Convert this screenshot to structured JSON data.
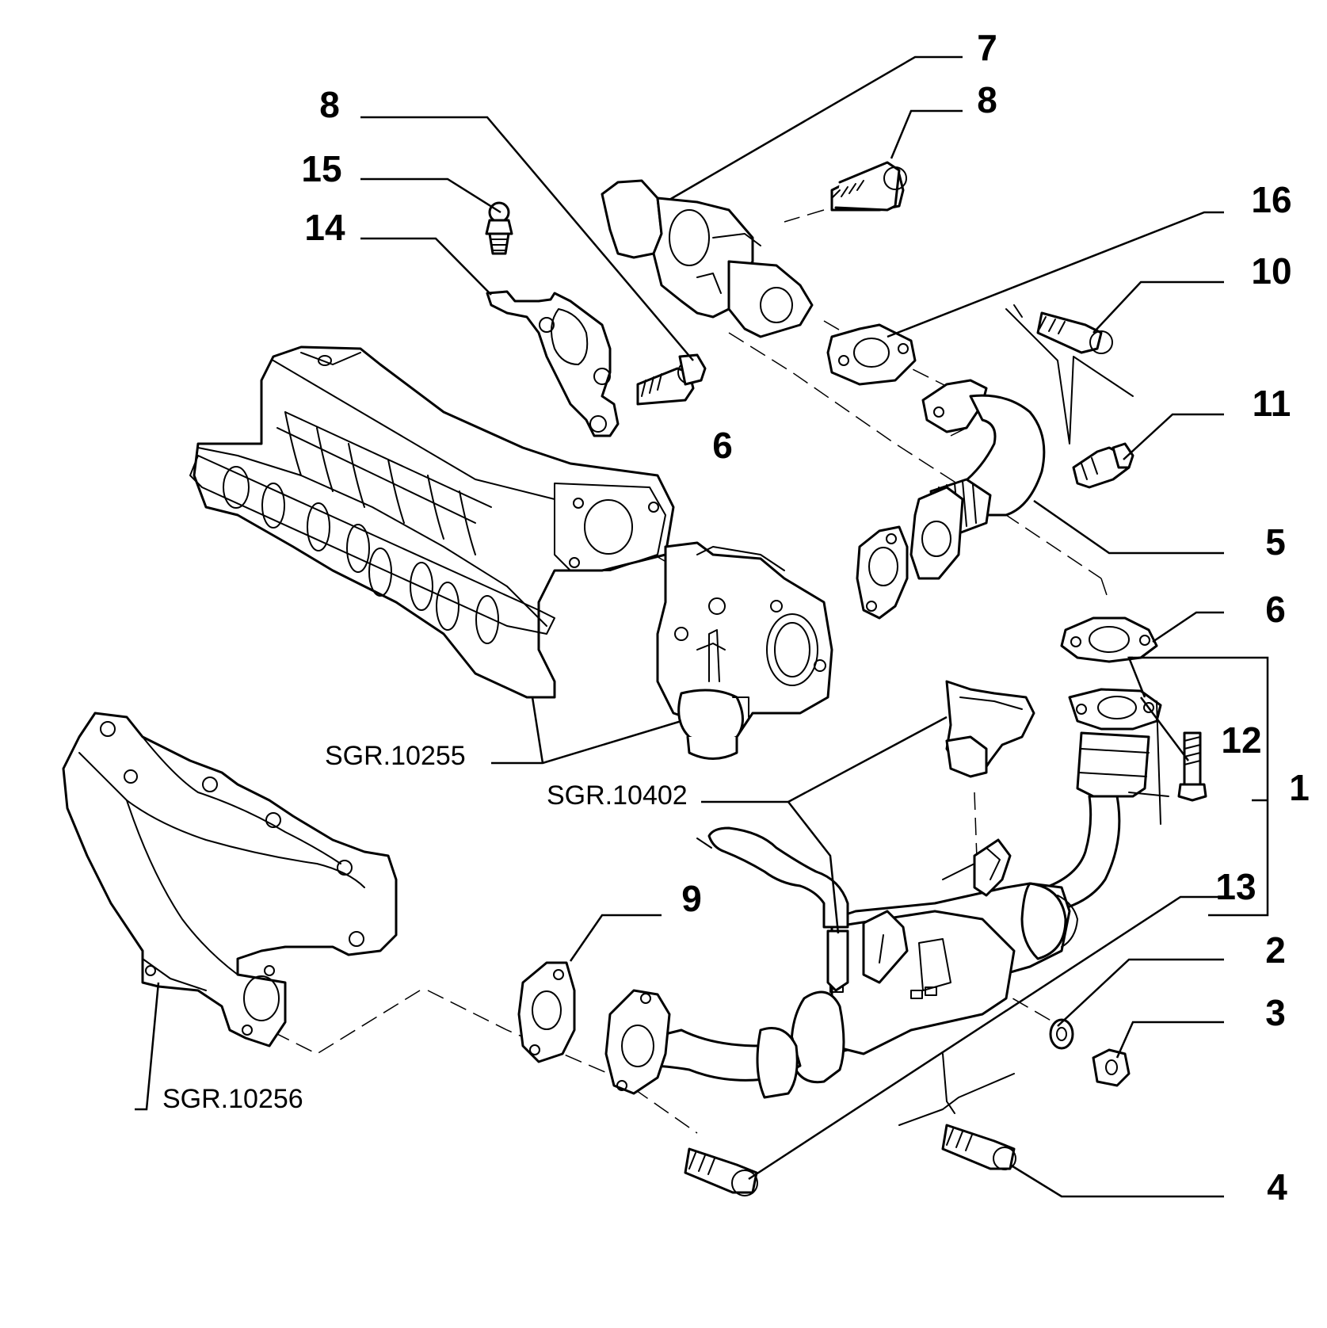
{
  "callouts": {
    "c7": "7",
    "c8a": "8",
    "c8b": "8",
    "c15": "15",
    "c14": "14",
    "c16": "16",
    "c10": "10",
    "c11": "11",
    "c6a": "6",
    "c5": "5",
    "c6b": "6",
    "c12": "12",
    "c1": "1",
    "c9": "9",
    "c13": "13",
    "c2": "2",
    "c3": "3",
    "c4": "4"
  },
  "references": {
    "r10255": "SGR.10255",
    "r10402": "SGR.10402",
    "r10256": "SGR.10256"
  }
}
